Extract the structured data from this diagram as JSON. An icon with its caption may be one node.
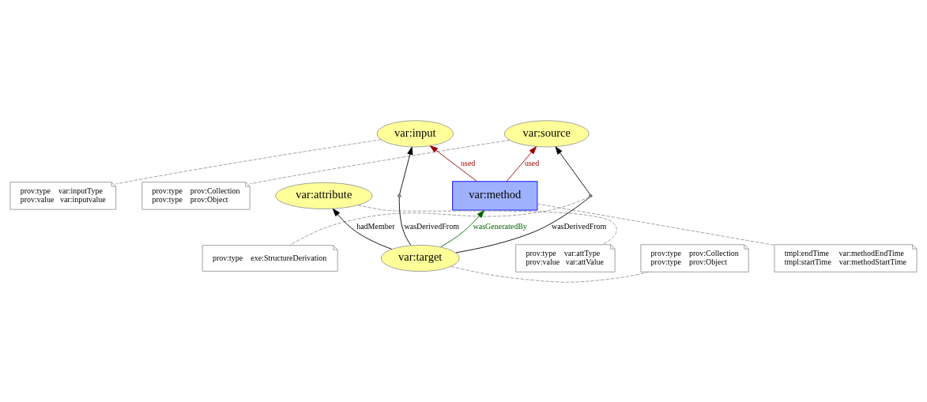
{
  "diagram": {
    "nodes": [
      {
        "text": [
          "var:input"
        ]
      },
      {
        "text": [
          "var:source"
        ]
      },
      {
        "text": [
          "prov:type    var:inputType",
          "prov:value   var:inputvalue"
        ]
      },
      {
        "text": [
          "var:method"
        ]
      },
      {
        "text": [
          "prov:type    prov:Collection",
          "prov:type    prov:Object"
        ]
      },
      {
        "text": [],
        "shape": "circle"
      },
      {
        "text": [],
        "shape": "circle"
      },
      {
        "text": [
          "var:attribute"
        ]
      },
      {
        "text": [
          "tmpl:endTime     var:methodEndTime",
          "tmpl:startTime    var:methodStartTime"
        ]
      },
      {
        "text": [
          "var:target"
        ]
      },
      {
        "text": [
          "prov:type    exe:StructureDerivation"
        ]
      },
      {
        "text": [
          "prov:type    var:attType",
          "prov:value   var:attValue"
        ]
      },
      {
        "text": [
          "prov:type    prov:Collection",
          "prov:type    prov:Object"
        ]
      }
    ],
    "edges": [
      {
        "from": 3,
        "to": 0,
        "arrow": "to",
        "label": "used",
        "color": "#990000"
      },
      {
        "from": 3,
        "to": 1,
        "arrow": "to",
        "label": "used",
        "color": "#990000"
      },
      {
        "from": 9,
        "to": 3,
        "arrow": "to",
        "label": "wasGeneratedBy",
        "color": "#006400"
      },
      {
        "from": 9,
        "to": 5,
        "arrow": "none",
        "label": "wasDerivedFrom",
        "color": "#000000"
      },
      {
        "from": 5,
        "to": 0,
        "arrow": "to",
        "color": "#000000"
      },
      {
        "from": 9,
        "to": 6,
        "arrow": "none",
        "label": "wasDerivedFrom",
        "color": "#000000"
      },
      {
        "from": 6,
        "to": 1,
        "arrow": "to",
        "color": "#000000"
      },
      {
        "from": 9,
        "to": 7,
        "arrow": "to",
        "label": "hadMember",
        "color": "#000000"
      },
      {
        "from": 0,
        "to": 2,
        "arrow": "none",
        "style": "dashed",
        "color": "#999999"
      },
      {
        "from": 1,
        "to": 4,
        "arrow": "none",
        "style": "dashed",
        "color": "#999999"
      },
      {
        "from": 3,
        "to": 8,
        "arrow": "none",
        "style": "dashed",
        "color": "#999999"
      },
      {
        "from": 6,
        "to": 10,
        "arrow": "none",
        "style": "dashed",
        "color": "#999999"
      },
      {
        "from": 7,
        "to": 11,
        "arrow": "none",
        "style": "dashed",
        "color": "#999999"
      },
      {
        "from": 9,
        "to": 12,
        "arrow": "none",
        "style": "dashed",
        "color": "#999999"
      }
    ]
  }
}
